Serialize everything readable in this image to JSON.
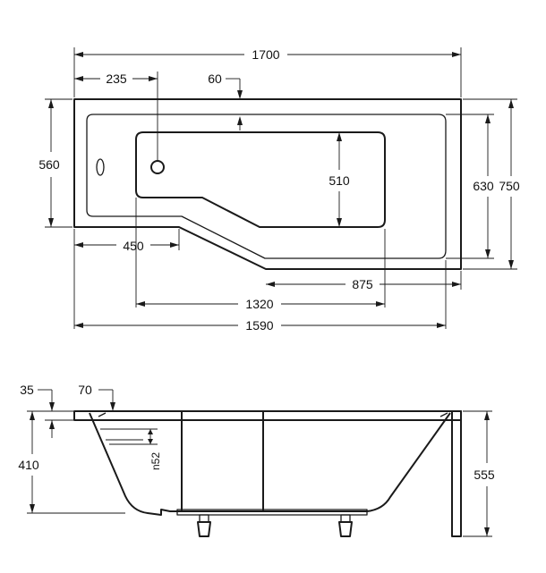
{
  "diagram": {
    "top_view": {
      "total_length": "1700",
      "tap_offset": "235",
      "rim_width": "60",
      "outer_width": "560",
      "inner_width": "510",
      "narrow_width": "630",
      "max_width": "750",
      "narrow_length": "450",
      "wide_length": "875",
      "inner_length": "1320",
      "length_without_panel": "1590"
    },
    "side_view": {
      "rim_top": "35",
      "rim_side": "70",
      "height": "410",
      "drain_size": "n52",
      "panel_height": "555"
    }
  },
  "colors": {
    "line": "#1a1a1a",
    "background": "#ffffff",
    "text": "#111111"
  }
}
